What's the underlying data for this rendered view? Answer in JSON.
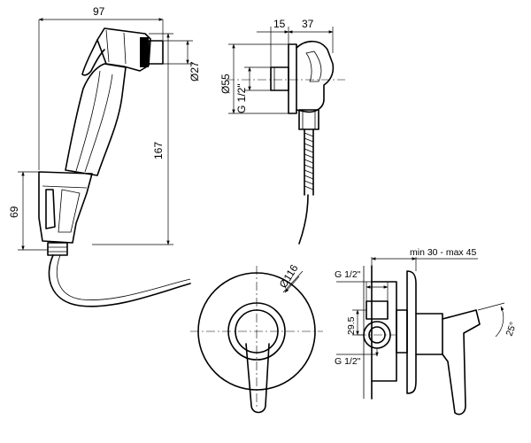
{
  "handshower_view": {
    "width_label": "97",
    "diameter_label": "Ø27",
    "height_label": "167",
    "holder_label": "69"
  },
  "side_view": {
    "dim_a_label": "15",
    "dim_b_label": "37",
    "diameter_label": "Ø55",
    "thread_label": "G 1/2\""
  },
  "front_view": {
    "diameter_label": "Ø116"
  },
  "mixer_side_view": {
    "depth_label": "min 30 - max 45",
    "thread_top_label": "G 1/2\"",
    "offset_label": "29.5",
    "thread_bottom_label": "G 1/2\"",
    "angle_label": "25°"
  }
}
